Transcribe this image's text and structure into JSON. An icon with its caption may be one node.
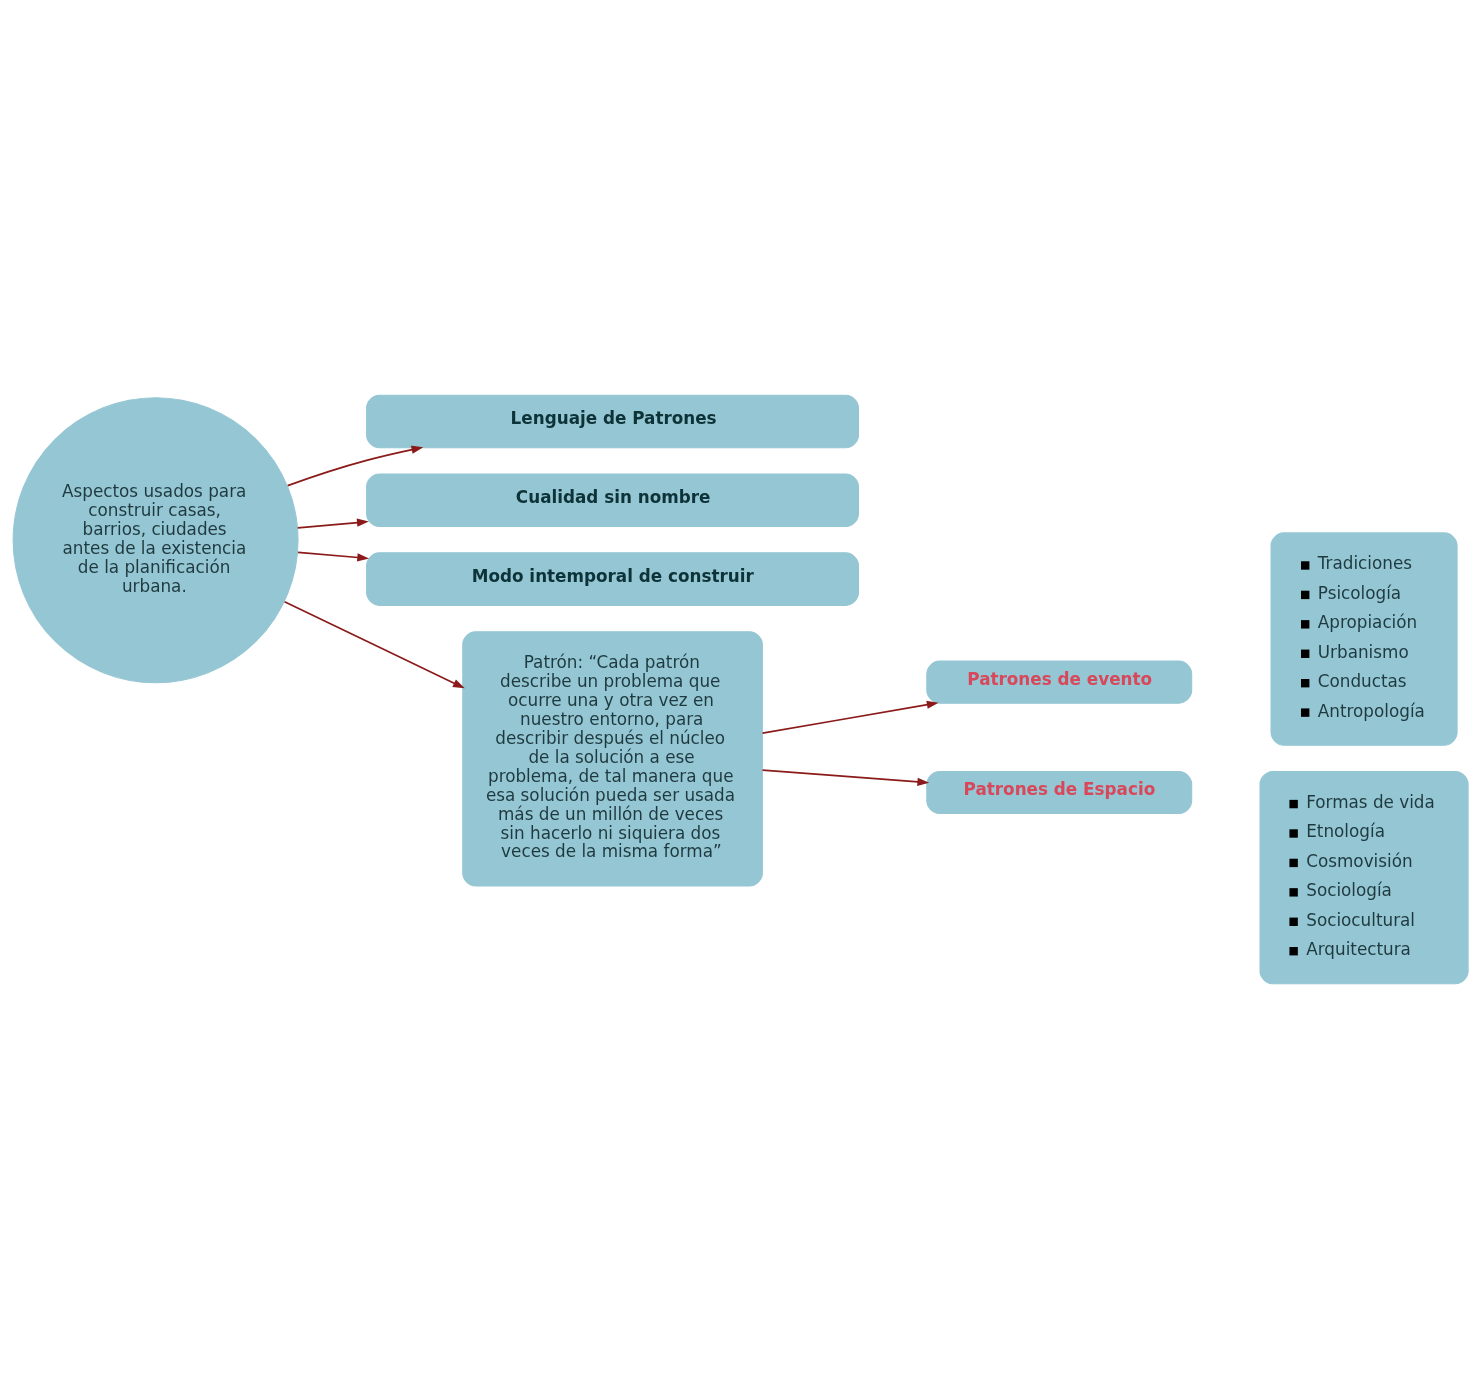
{
  "diagram": {
    "nodes": [
      {
        "text": [
          "Aspectos usados para construir casas, barrios, ciudades antes de la existencia de la planificación urbana."
        ]
      },
      {
        "text": [
          "Lenguaje de Patrones"
        ]
      },
      {
        "text": [
          "Cualidad sin nombre"
        ]
      },
      {
        "text": [
          "Modo intemporal de construir"
        ]
      },
      {
        "text": [
          "Patrón: “Cada patrón describe un problema que ocurre una y otra vez en nuestro entorno, para describir después el núcleo de la solución a ese problema, de tal manera que esa solución pueda ser usada más de un millón de veces sin hacerlo ni siquiera dos veces de la misma forma”"
        ]
      },
      {
        "text": [
          "Patrones de evento"
        ]
      },
      {
        "text": [
          "Tradiciones",
          "Psicología",
          "Apropiación",
          "Urbanismo",
          "Conductas",
          "Antropología"
        ]
      },
      {
        "text": [
          "Patrones de Espacio"
        ]
      },
      {
        "text": [
          "Formas de vida",
          "Etnología",
          "Cosmovisión",
          "Sociología",
          "Sociocultural",
          "Arquitectura"
        ]
      }
    ],
    "edges": [
      {
        "from": 0,
        "to": 1,
        "arrow": "to"
      },
      {
        "from": 0,
        "to": 2,
        "arrow": "to"
      },
      {
        "from": 0,
        "to": 3,
        "arrow": "to"
      },
      {
        "from": 0,
        "to": 4,
        "arrow": "to"
      },
      {
        "from": 4,
        "to": 5,
        "arrow": "to"
      },
      {
        "from": 4,
        "to": 7,
        "arrow": "to"
      }
    ]
  }
}
